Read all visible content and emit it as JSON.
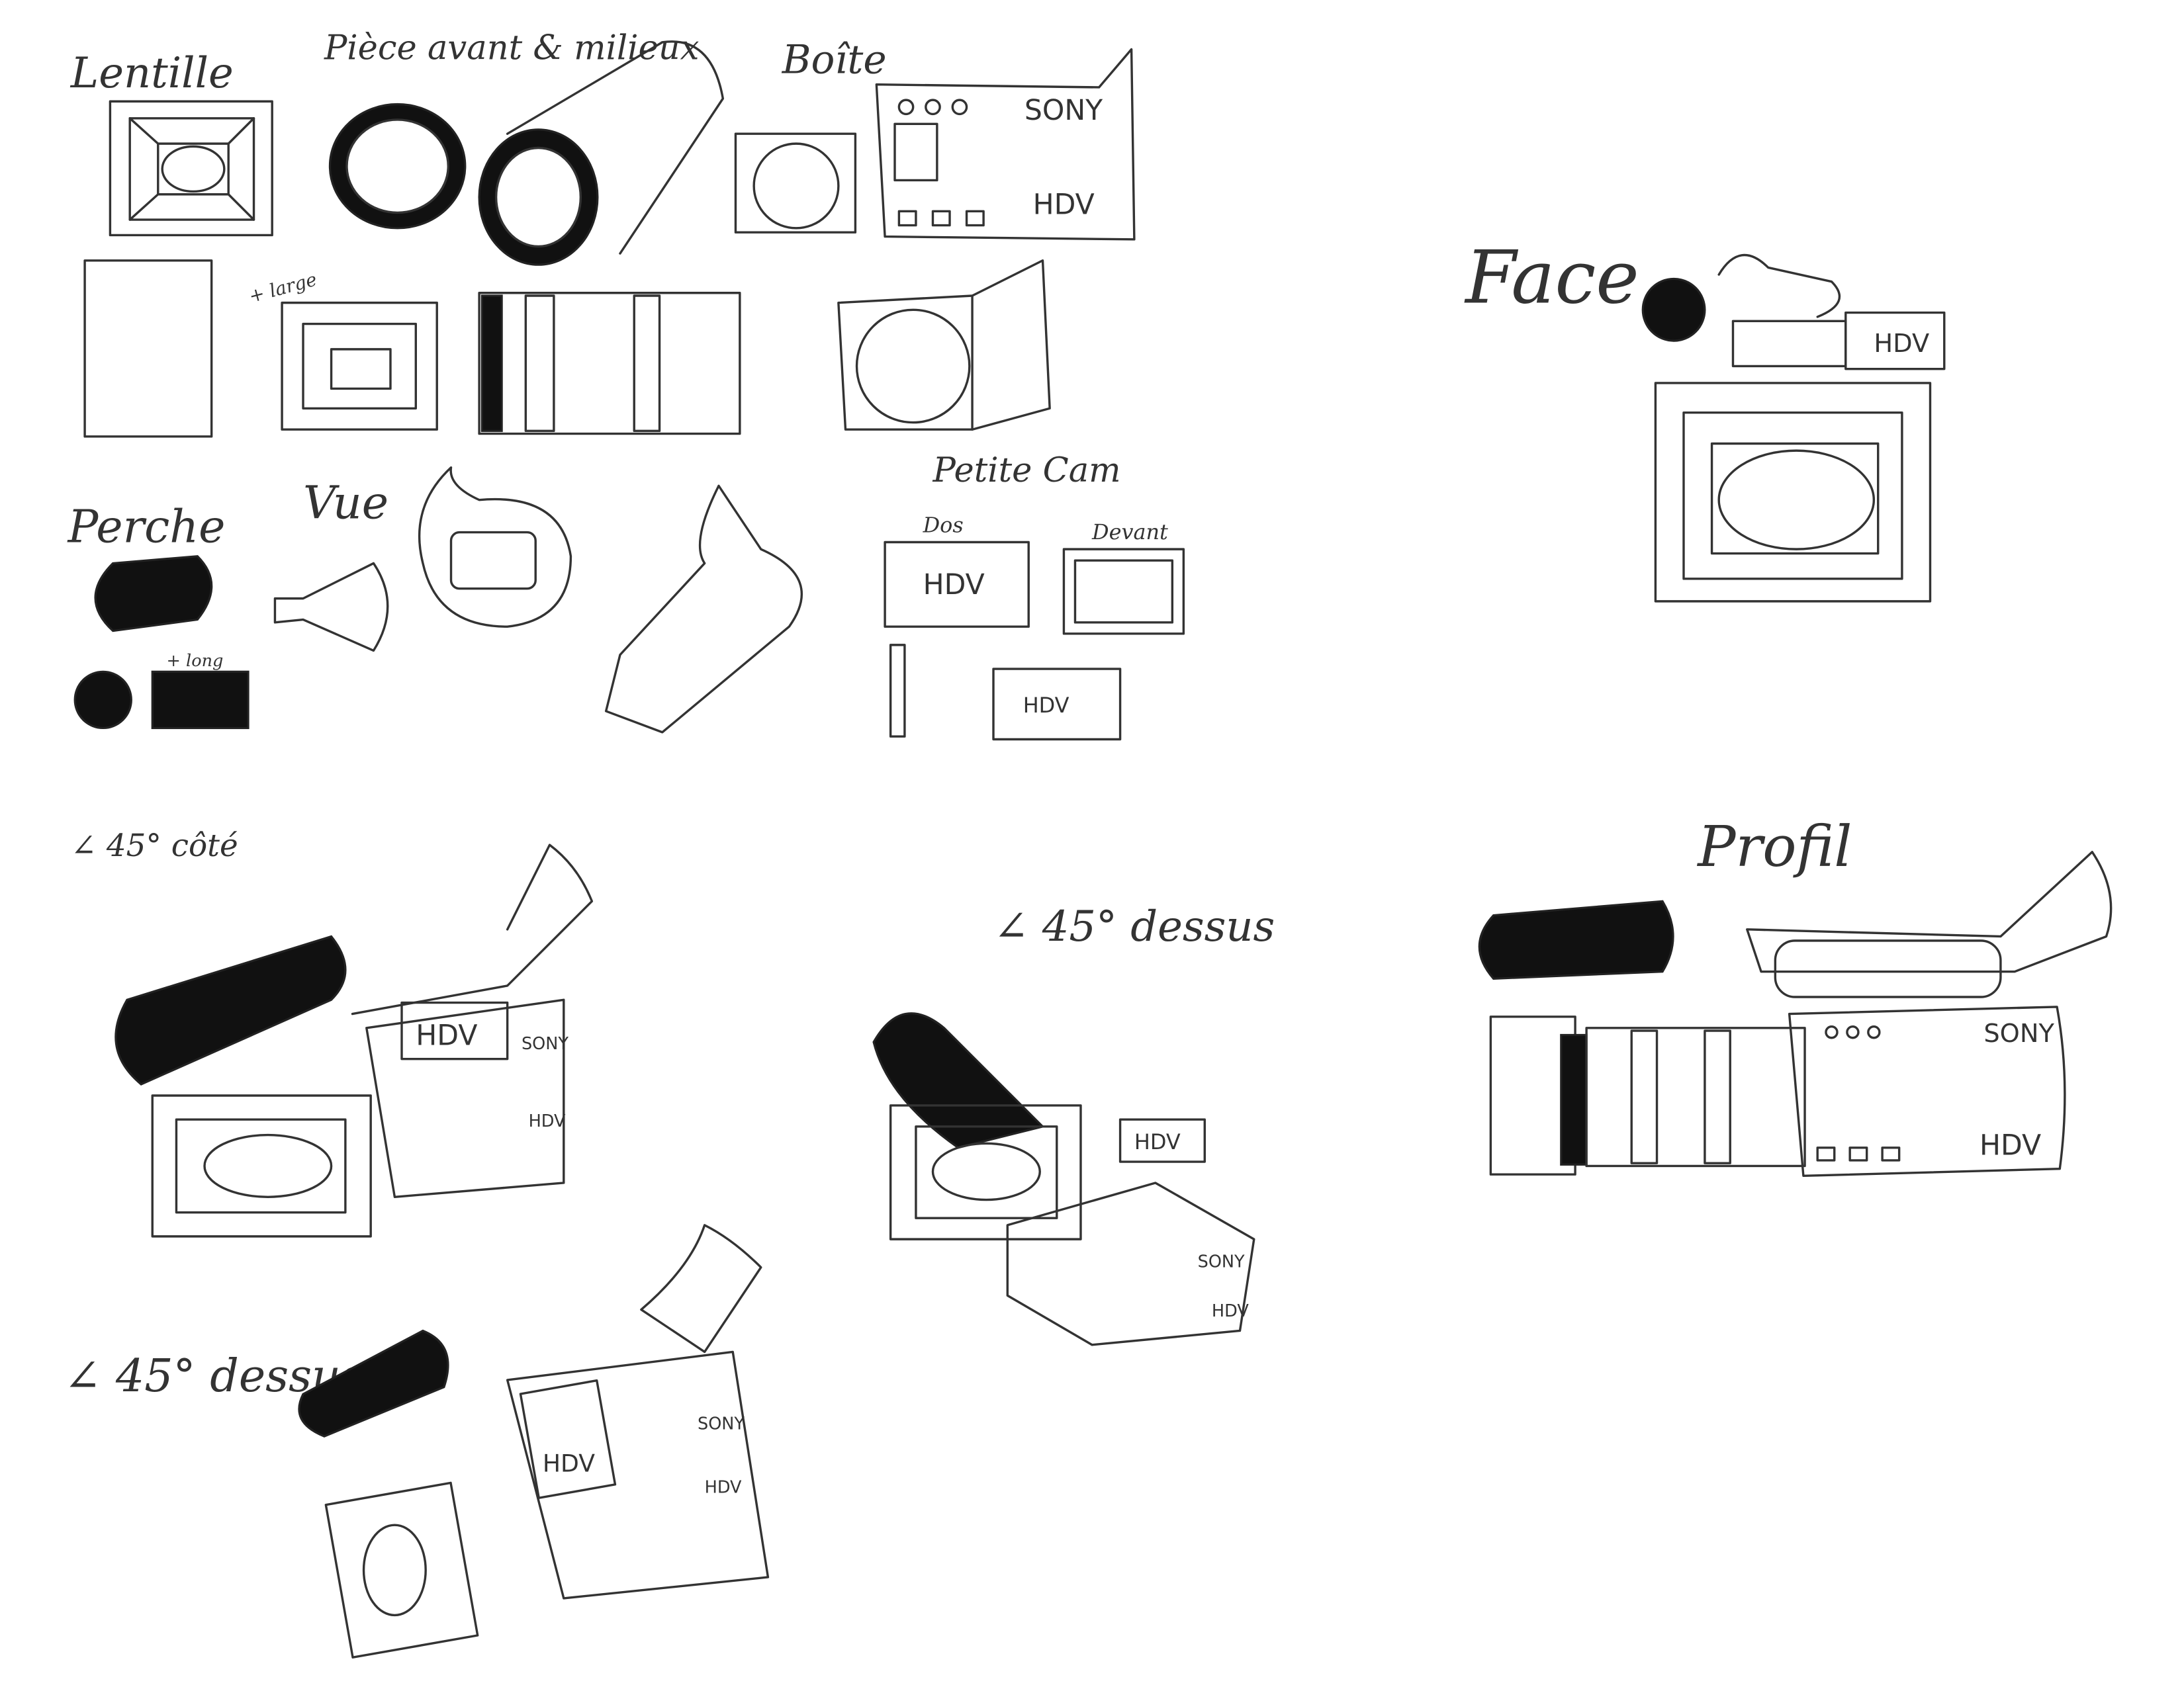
{
  "labels": {
    "lentille": "Lentille",
    "piece": "Pièce avant & milieux",
    "boite": "Boîte",
    "large": "+ large",
    "perche": "Perche",
    "long": "+ long",
    "vue": "Vue",
    "petite_cam": "Petite Cam",
    "dos": "Dos",
    "devant": "Devant",
    "face": "Face",
    "angle_cote": "∠ 45° côté",
    "angle_dessus_1": "∠ 45° dessus",
    "angle_dessus_2": "∠ 45° dessus",
    "profil": "Profil"
  },
  "brand": {
    "sony": "SONY",
    "hdv": "HDV"
  }
}
